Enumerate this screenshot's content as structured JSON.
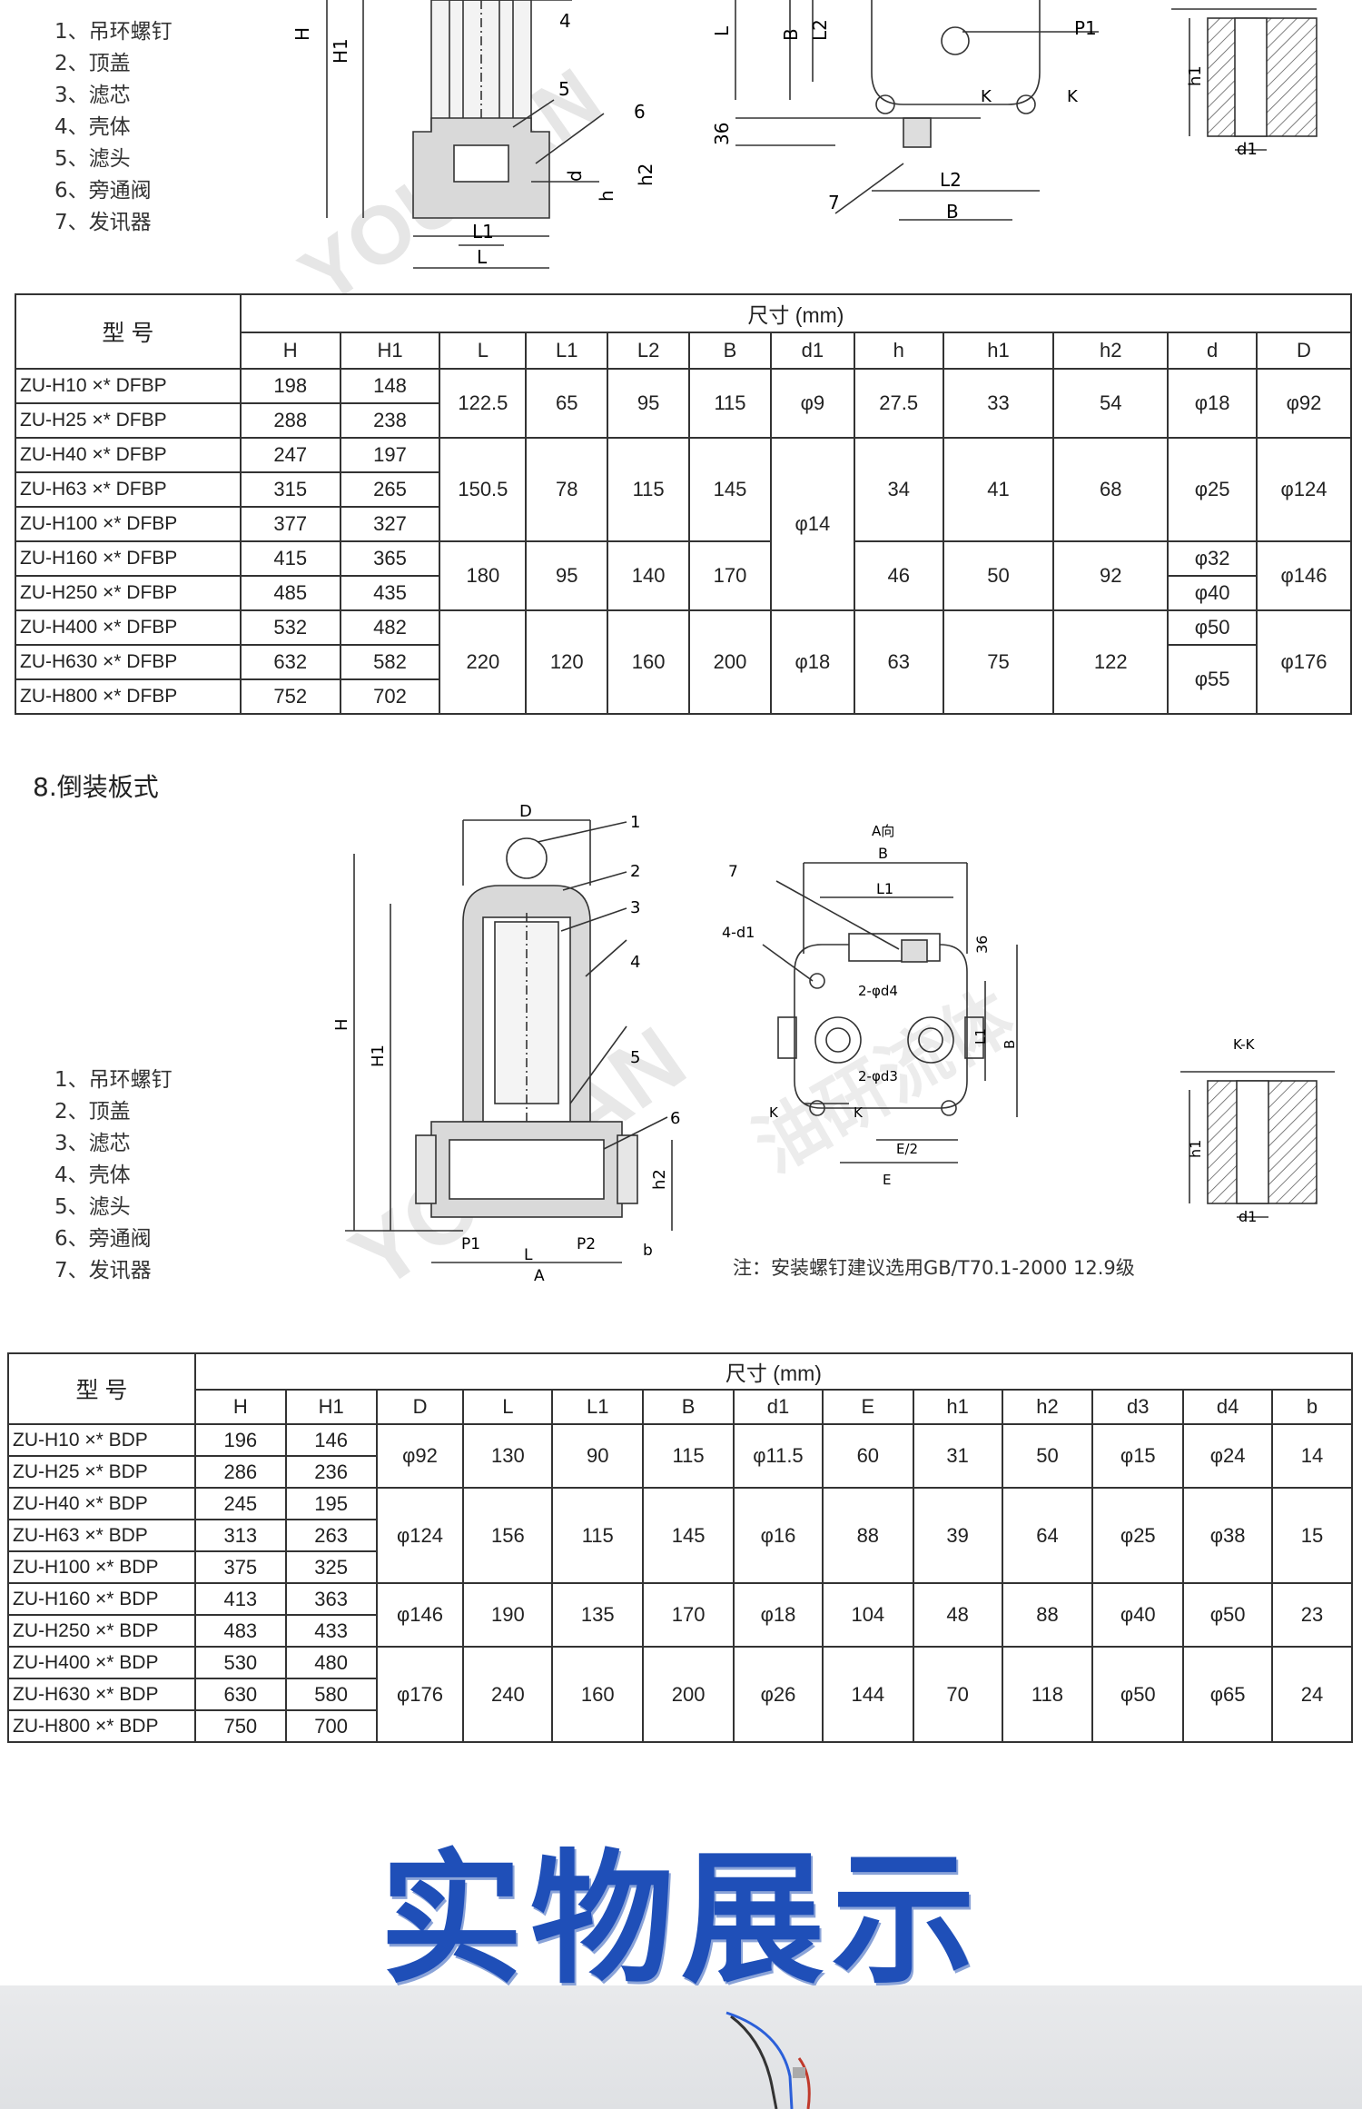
{
  "parts": [
    "1、吊环螺钉",
    "2、顶盖",
    "3、滤芯",
    "4、壳体",
    "5、滤头",
    "6、旁通阀",
    "7、发讯器"
  ],
  "diagram1": {
    "side_labels": [
      "H",
      "H1",
      "4",
      "5",
      "6",
      "d",
      "h",
      "h2",
      "L1",
      "L"
    ],
    "plan_labels": [
      "L",
      "B",
      "L2",
      "P1",
      "K",
      "K",
      "36",
      "7",
      "L2",
      "B"
    ],
    "section_labels": [
      "h1",
      "d1"
    ]
  },
  "table1": {
    "model_header": "型 号",
    "dim_header": "尺寸 (mm)",
    "columns": [
      "H",
      "H1",
      "L",
      "L1",
      "L2",
      "B",
      "d1",
      "h",
      "h1",
      "h2",
      "d",
      "D"
    ],
    "models": [
      "ZU-H10 ×* DFBP",
      "ZU-H25 ×* DFBP",
      "ZU-H40 ×* DFBP",
      "ZU-H63 ×* DFBP",
      "ZU-H100 ×* DFBP",
      "ZU-H160 ×* DFBP",
      "ZU-H250 ×* DFBP",
      "ZU-H400 ×* DFBP",
      "ZU-H630 ×* DFBP",
      "ZU-H800 ×* DFBP"
    ],
    "H": [
      "198",
      "288",
      "247",
      "315",
      "377",
      "415",
      "485",
      "532",
      "632",
      "752"
    ],
    "H1": [
      "148",
      "238",
      "197",
      "265",
      "327",
      "365",
      "435",
      "482",
      "582",
      "702"
    ],
    "g1": {
      "L": "122.5",
      "L1": "65",
      "L2": "95",
      "B": "115",
      "d1": "φ9",
      "h": "27.5",
      "h1": "33",
      "h2": "54",
      "d": "φ18",
      "D": "φ92"
    },
    "g2": {
      "L": "150.5",
      "L1": "78",
      "L2": "115",
      "B": "145",
      "h": "34",
      "h1": "41",
      "h2": "68",
      "d": "φ25",
      "D": "φ124"
    },
    "d1_mid": "φ14",
    "g3": {
      "L": "180",
      "L1": "95",
      "L2": "140",
      "B": "170",
      "h": "46",
      "h1": "50",
      "h2": "92",
      "D": "φ146"
    },
    "g3_d": [
      "φ32",
      "φ40"
    ],
    "g4": {
      "L": "220",
      "L1": "120",
      "L2": "160",
      "B": "200",
      "d1": "φ18",
      "h": "63",
      "h1": "75",
      "h2": "122",
      "D": "φ176"
    },
    "g4_d": [
      "φ50",
      "φ55"
    ]
  },
  "section2_title": "8.倒装板式",
  "diagram2": {
    "side_labels": [
      "D",
      "1",
      "2",
      "3",
      "4",
      "H",
      "H1",
      "5",
      "6",
      "h2",
      "P1",
      "L",
      "P2",
      "b",
      "A"
    ],
    "plan_labels": [
      "A向",
      "B",
      "L1",
      "7",
      "4-d1",
      "36",
      "2-φd4",
      "L1",
      "B",
      "2-φd3",
      "K",
      "K",
      "E/2",
      "E"
    ],
    "section_labels": [
      "K-K",
      "h1",
      "d1"
    ]
  },
  "note": "注：安装螺钉建议选用GB/T70.1-2000 12.9级",
  "table2": {
    "model_header": "型 号",
    "dim_header": "尺寸 (mm)",
    "columns": [
      "H",
      "H1",
      "D",
      "L",
      "L1",
      "B",
      "d1",
      "E",
      "h1",
      "h2",
      "d3",
      "d4",
      "b"
    ],
    "models": [
      "ZU-H10 ×* BDP",
      "ZU-H25 ×* BDP",
      "ZU-H40 ×* BDP",
      "ZU-H63 ×* BDP",
      "ZU-H100 ×* BDP",
      "ZU-H160 ×* BDP",
      "ZU-H250 ×* BDP",
      "ZU-H400 ×* BDP",
      "ZU-H630 ×* BDP",
      "ZU-H800 ×* BDP"
    ],
    "H": [
      "196",
      "286",
      "245",
      "313",
      "375",
      "413",
      "483",
      "530",
      "630",
      "750"
    ],
    "H1": [
      "146",
      "236",
      "195",
      "263",
      "325",
      "363",
      "433",
      "480",
      "580",
      "700"
    ],
    "g1": {
      "D": "φ92",
      "L": "130",
      "L1": "90",
      "B": "115",
      "d1": "φ11.5",
      "E": "60",
      "h1": "31",
      "h2": "50",
      "d3": "φ15",
      "d4": "φ24",
      "b": "14"
    },
    "g2": {
      "D": "φ124",
      "L": "156",
      "L1": "115",
      "B": "145",
      "d1": "φ16",
      "E": "88",
      "h1": "39",
      "h2": "64",
      "d3": "φ25",
      "d4": "φ38",
      "b": "15"
    },
    "g3": {
      "D": "φ146",
      "L": "190",
      "L1": "135",
      "B": "170",
      "d1": "φ18",
      "E": "104",
      "h1": "48",
      "h2": "88",
      "d3": "φ40",
      "d4": "φ50",
      "b": "23"
    },
    "g4": {
      "D": "φ176",
      "L": "240",
      "L1": "160",
      "B": "200",
      "d1": "φ26",
      "E": "144",
      "h1": "70",
      "h2": "118",
      "d3": "φ50",
      "d4": "φ65",
      "b": "24"
    }
  },
  "showcase_title": "实物展示",
  "watermark": [
    "YOUYAN",
    "油研流体"
  ]
}
